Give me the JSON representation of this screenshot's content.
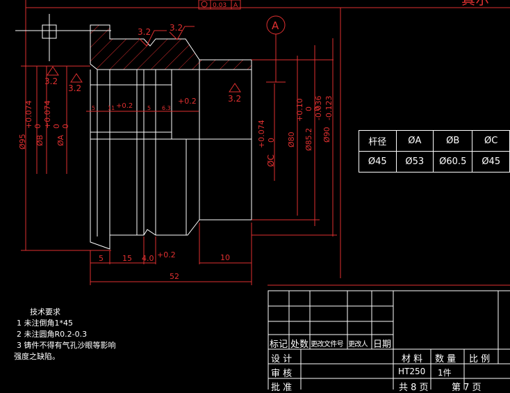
{
  "title_fragment": "真尔",
  "datum": "A",
  "position_tolerance": {
    "value": "0.03",
    "datum": "A"
  },
  "roughness": [
    "3.2",
    "3.2",
    "3.2",
    "3.2",
    "3.2"
  ],
  "left_dims": [
    "Ø95",
    "+0.074",
    "0",
    "ØB",
    "+0.074",
    "0",
    "ØA",
    "0"
  ],
  "right_dims": [
    "+0.10",
    "0",
    "Ø80",
    "Ø85.2",
    "0",
    "-0.036",
    "Ø90",
    "-0.123",
    "+0.074",
    "0",
    "ØC"
  ],
  "groove_dims": [
    "5",
    "11",
    "+0.2",
    "5",
    "6.3",
    "+0.2"
  ],
  "bottom_dims": [
    "5",
    "15",
    "4.0",
    "+0.2",
    "10",
    "52"
  ],
  "param_table": {
    "headers": [
      "杆径",
      "ØA",
      "ØB",
      "ØC"
    ],
    "row": [
      "Ø45",
      "Ø53",
      "Ø60.5",
      "Ø45"
    ]
  },
  "tech_notes": {
    "title": "技术要求",
    "lines": [
      "1 未注倒角1*45",
      "2 未注圆角R0.2-0.3",
      "3 铸件不得有气孔沙眼等影响",
      "强度之缺陷。"
    ]
  },
  "title_block": {
    "revision_header": [
      "标记",
      "处数",
      "更改文件号",
      "更改人",
      "日期"
    ],
    "design": "设 计",
    "review": "审 核",
    "approve": "批 准",
    "material_label": "材 料",
    "quantity_label": "数 量",
    "scale_label": "比 例",
    "material": "HT250",
    "quantity": "1件",
    "total_pages": "共 8 页",
    "page_no": "第 7 页"
  }
}
